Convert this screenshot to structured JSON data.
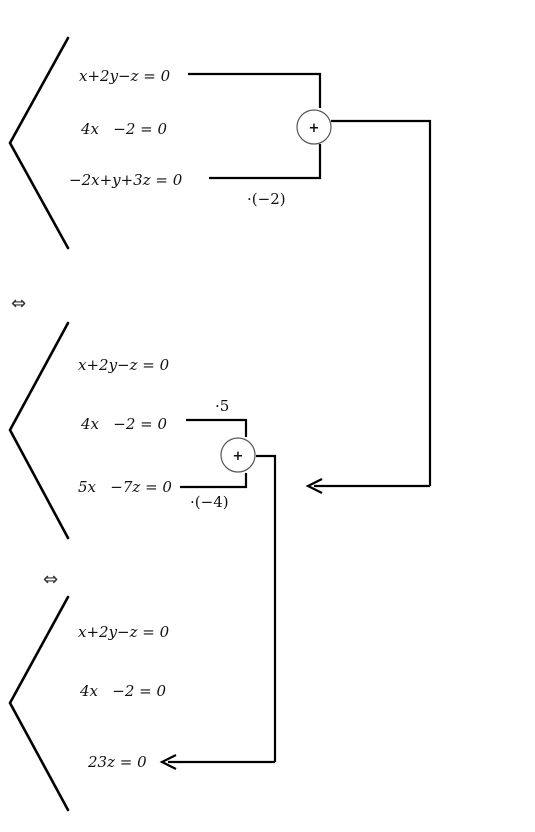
{
  "systems": [
    {
      "equations": [
        "x+2y−z = 0",
        "4x   −2 = 0",
        "−2x+y+3z = 0"
      ]
    },
    {
      "equations": [
        "x+2y−z = 0",
        "4x   −2 = 0",
        "5x   −7z = 0"
      ]
    },
    {
      "equations": [
        "x+2y−z = 0",
        "4x   −2 = 0",
        "23z = 0"
      ]
    }
  ],
  "equivalence_symbol": "⇔",
  "operations": [
    {
      "add_symbol": "+",
      "multiplier": "·(−2)"
    },
    {
      "add_symbol": "+",
      "multiplier_top": "·5",
      "multiplier_bottom": "·(−4)"
    }
  ]
}
